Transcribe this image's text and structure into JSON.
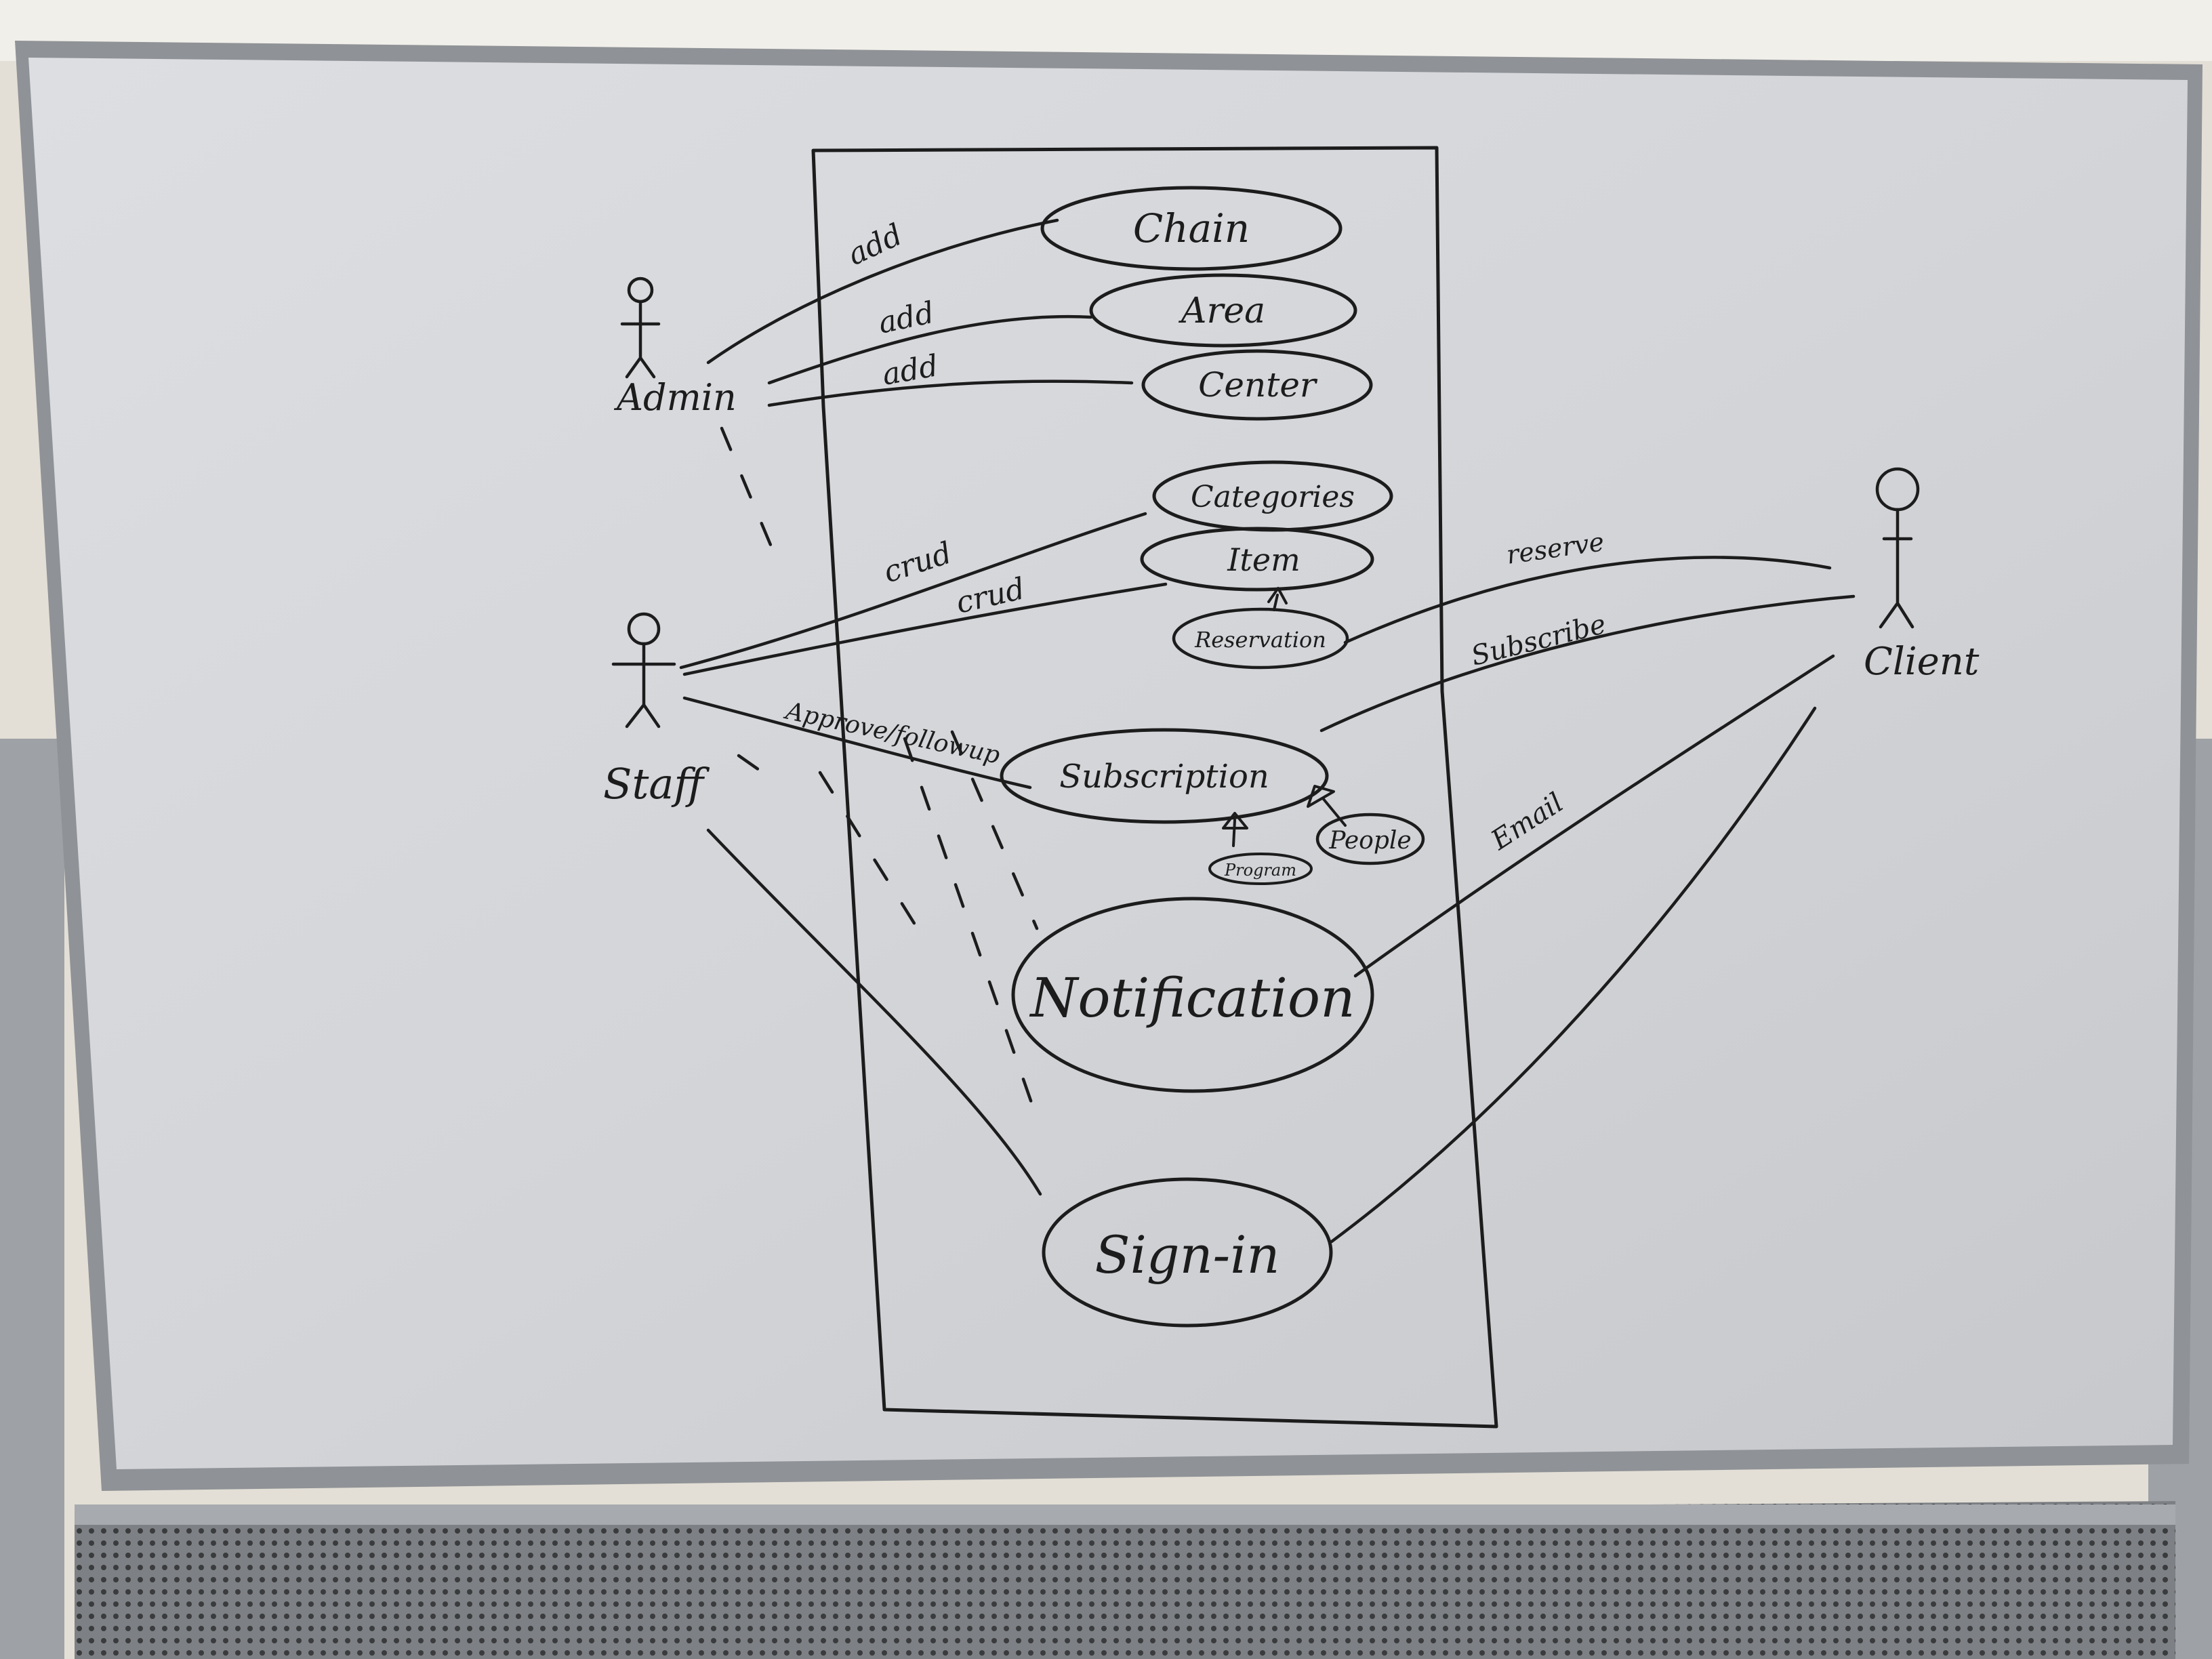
{
  "actors": {
    "admin": "Admin",
    "staff": "Staff",
    "client": "Client"
  },
  "use_cases": {
    "chain": "Chain",
    "area": "Area",
    "center": "Center",
    "categories": "Categories",
    "item": "Item",
    "reservation": "Reservation",
    "subscription": "Subscription",
    "program": "Program",
    "people": "People",
    "notification": "Notification",
    "sign_in": "Sign-in"
  },
  "associations": {
    "admin_chain": "add",
    "admin_area": "add",
    "admin_center": "add",
    "staff_categories": "crud",
    "staff_item": "crud",
    "staff_subscription": "Approve/followup",
    "client_reservation": "reserve",
    "client_subscription": "Subscribe",
    "client_notification": "Email"
  },
  "colors": {
    "ink": "#1c1c1c",
    "board": "#d6d8dc",
    "frame": "#8f9296"
  }
}
